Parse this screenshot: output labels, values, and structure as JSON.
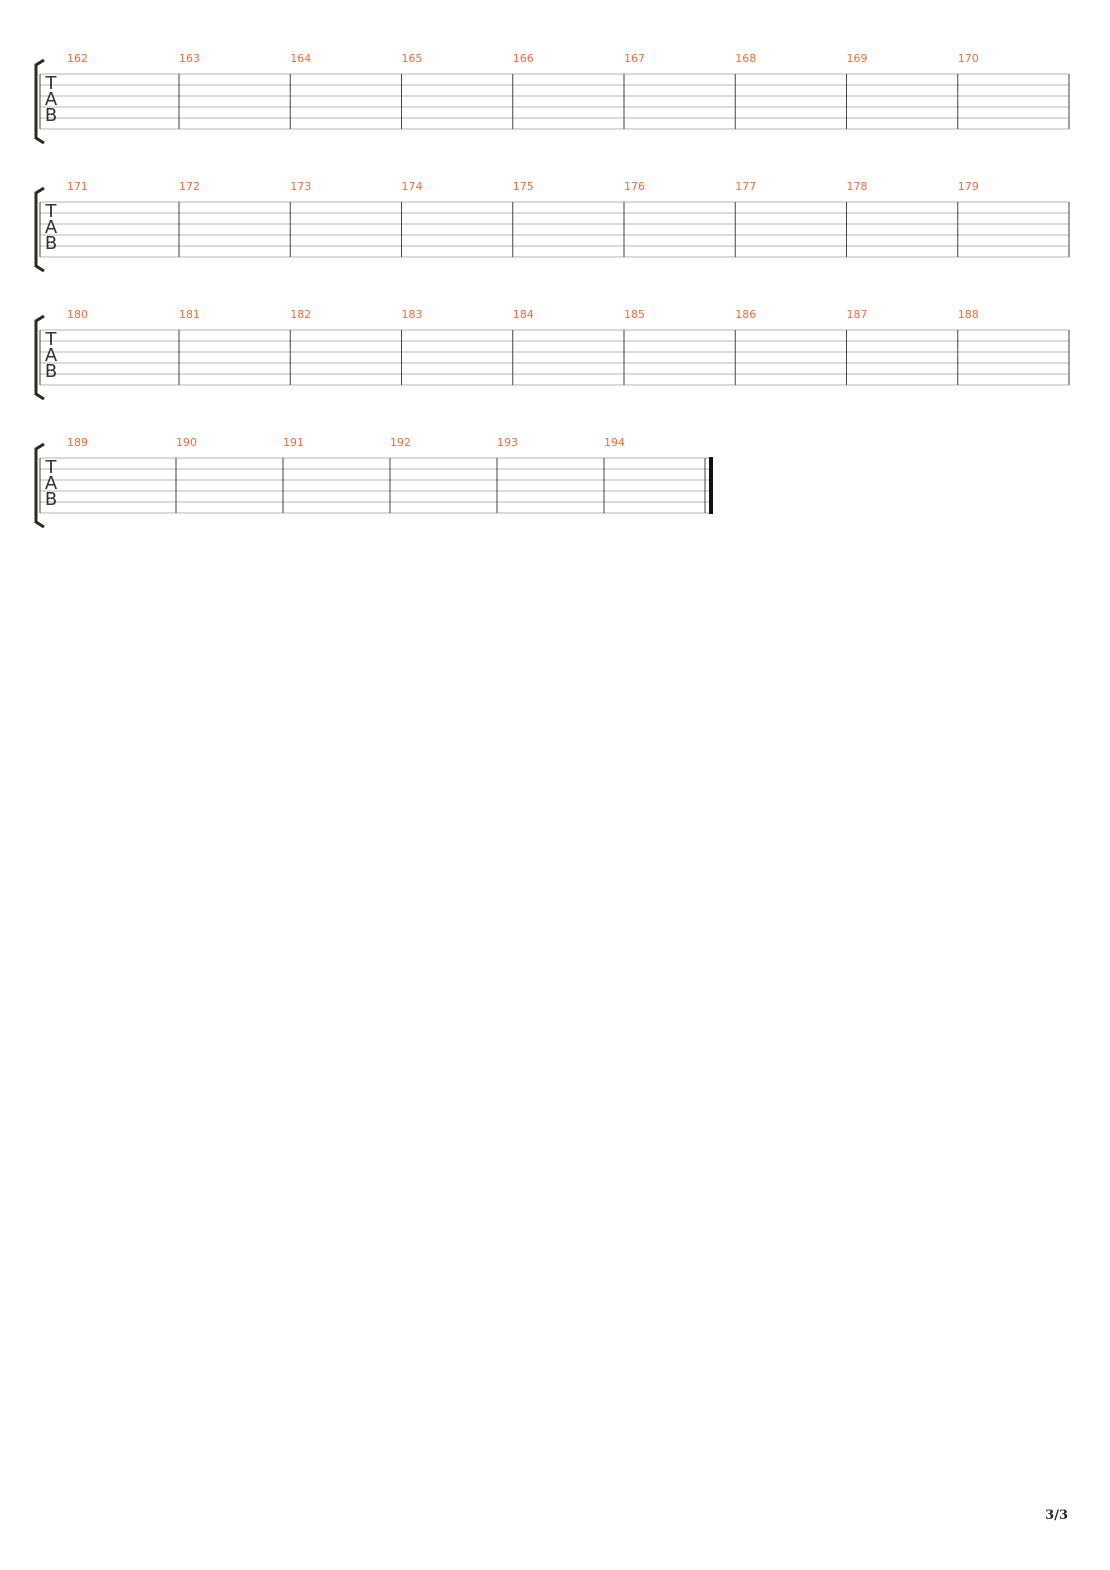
{
  "colors": {
    "measure_number": "#f26b3a",
    "staff_line": "#b5b5b5",
    "barline": "#444444",
    "bracket": "#2b2b1e"
  },
  "clef_letters": [
    "T",
    "A",
    "B"
  ],
  "systems": [
    {
      "measures": [
        "162",
        "163",
        "164",
        "165",
        "166",
        "167",
        "168",
        "169",
        "170"
      ],
      "final": false
    },
    {
      "measures": [
        "171",
        "172",
        "173",
        "174",
        "175",
        "176",
        "177",
        "178",
        "179"
      ],
      "final": false
    },
    {
      "measures": [
        "180",
        "181",
        "182",
        "183",
        "184",
        "185",
        "186",
        "187",
        "188"
      ],
      "final": false
    },
    {
      "measures": [
        "189",
        "190",
        "191",
        "192",
        "193",
        "194"
      ],
      "final": true
    }
  ],
  "footer": {
    "page_number": "3/3"
  }
}
